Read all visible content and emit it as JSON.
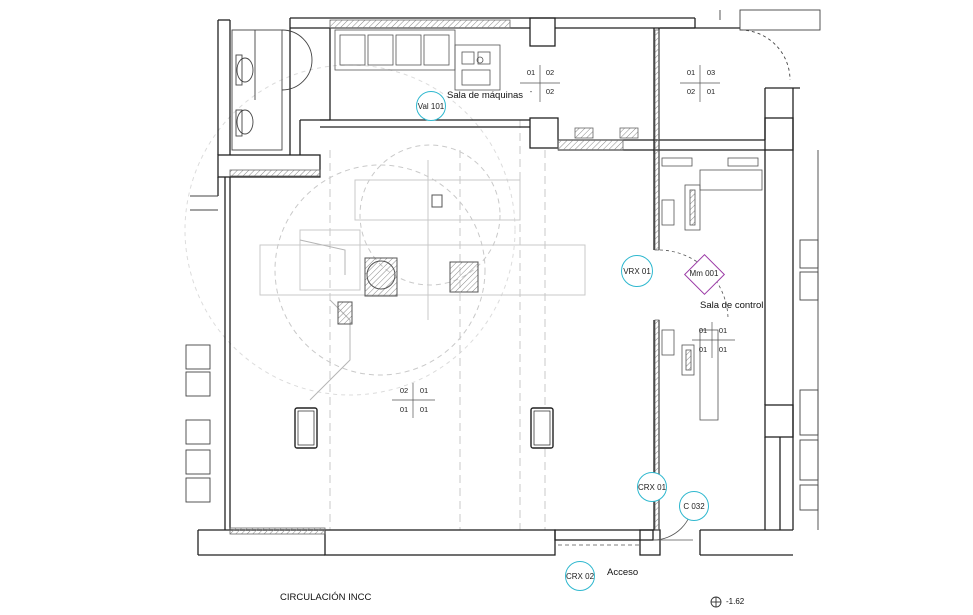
{
  "rooms": {
    "machine_room": "Sala de máquinas",
    "control_room": "Sala de control",
    "corridor": "CIRCULACIÓN INCC",
    "access": "Acceso"
  },
  "tags": {
    "val101": "Val 101",
    "vrx01": "VRX 01",
    "crx01": "CRX 01",
    "crx02": "CRX 02",
    "c032": "C 032",
    "mm001": "Mm 001"
  },
  "grids": {
    "machine_room": [
      "01",
      "02",
      "-",
      "02"
    ],
    "upper_right": [
      "01",
      "03",
      "02",
      "01"
    ],
    "control_room": [
      "01",
      "01",
      "01",
      "01"
    ],
    "main_room": [
      "02",
      "01",
      "01",
      "01"
    ]
  },
  "level": "-1.62",
  "colors": {
    "tag": "#2fb8cf",
    "diamond": "#9b3aa6",
    "wall": "#222222",
    "hatch": "#9a9a9a"
  }
}
